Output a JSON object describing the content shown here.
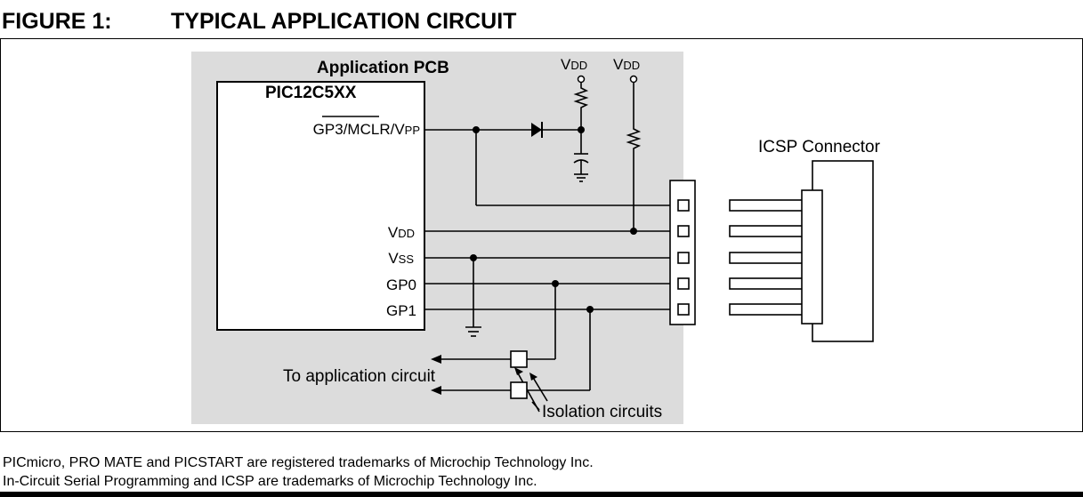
{
  "figure": {
    "number": "FIGURE 1:",
    "title": "TYPICAL APPLICATION CIRCUIT"
  },
  "diagram": {
    "pcb_label": "Application PCB",
    "chip_label": "PIC12C5XX",
    "pins": {
      "gp3_prefix": "GP3/",
      "gp3_mclr": "MCLR",
      "gp3_slash": "/V",
      "gp3_pp": "PP",
      "vdd_v": "V",
      "vdd_sub": "DD",
      "vss_v": "V",
      "vss_sub": "SS",
      "gp0": "GP0",
      "gp1": "GP1"
    },
    "supplies": [
      {
        "v": "V",
        "sub": "DD"
      },
      {
        "v": "V",
        "sub": "DD"
      }
    ],
    "icsp_connector_label": "ICSP Connector",
    "to_application_label": "To application circuit",
    "isolation_label": "Isolation circuits"
  },
  "footer": {
    "line1": "PICmicro, PRO MATE and PICSTART are registered trademarks of Microchip Technology Inc.",
    "line2": "In-Circuit Serial Programming and ICSP are trademarks of Microchip Technology Inc."
  }
}
